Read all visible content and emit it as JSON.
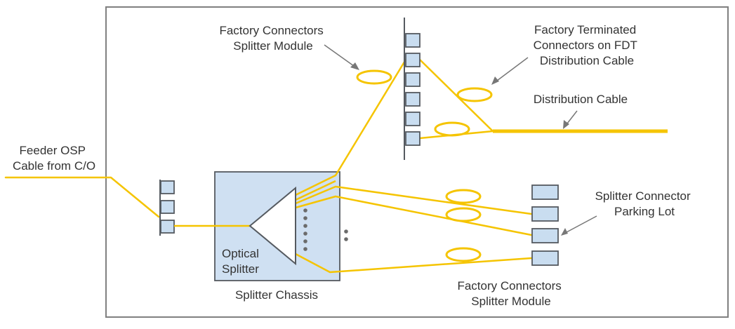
{
  "colors": {
    "fiber": "#f5c400",
    "port_fill": "#c9ddf0",
    "port_stroke": "#555a60",
    "chassis_fill": "#cfe0f2",
    "frame": "#808080",
    "text": "#333333",
    "arrow": "#777777"
  },
  "labels": {
    "feeder": [
      "Feeder OSP",
      "Cable from C/O"
    ],
    "factory_top": [
      "Factory Connectors",
      "Splitter Module"
    ],
    "factory_terminated": [
      "Factory Terminated",
      "Connectors on FDT",
      "Distribution Cable"
    ],
    "distribution_cable": "Distribution Cable",
    "optical_splitter": [
      "Optical",
      "Splitter"
    ],
    "splitter_chassis": "Splitter Chassis",
    "parking_lot": [
      "Splitter Connector",
      "Parking Lot"
    ],
    "factory_bottom": [
      "Factory Connectors",
      "Splitter Module"
    ]
  }
}
